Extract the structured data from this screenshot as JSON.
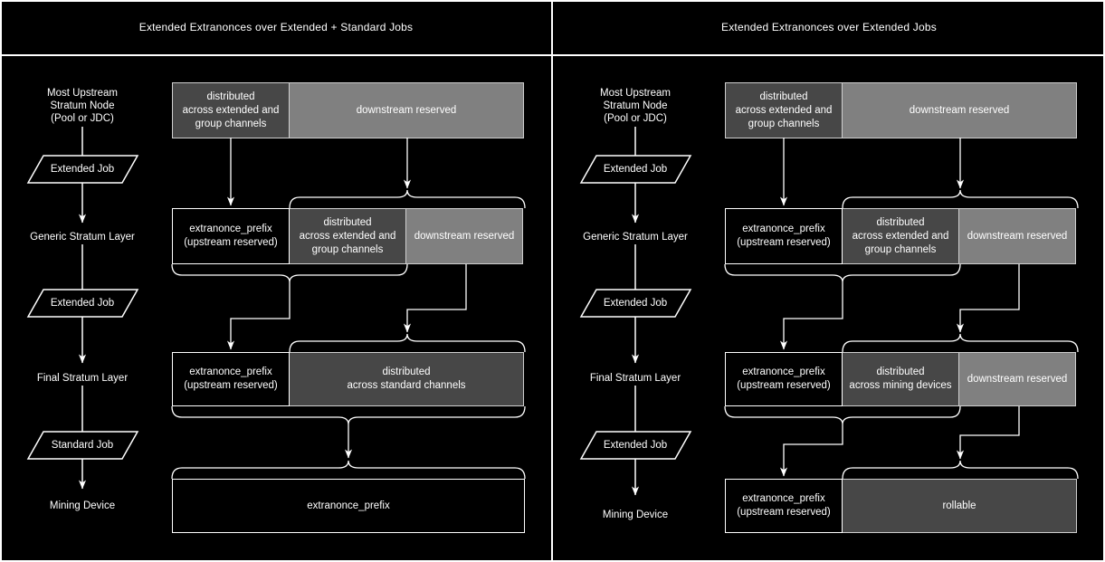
{
  "colors": {
    "background": "#000000",
    "line": "#ffffff",
    "bar_dark": "#474747",
    "bar_light": "#808080"
  },
  "left": {
    "title": "Extended Extranonces over Extended + Standard Jobs",
    "labels": {
      "node": "Most Upstream\nStratum Node\n(Pool or JDC)",
      "job1": "Extended Job",
      "layer1": "Generic Stratum Layer",
      "job2": "Extended Job",
      "layer2": "Final Stratum Layer",
      "job3": "Standard Job",
      "device": "Mining Device"
    },
    "bars": {
      "bar1": {
        "s1": "distributed\nacross extended and\ngroup channels",
        "s2": "downstream reserved"
      },
      "bar2": {
        "s1": "extranonce_prefix\n(upstream reserved)",
        "s2": "distributed\nacross extended and\ngroup channels",
        "s3": "downstream reserved"
      },
      "bar3": {
        "s1": "extranonce_prefix\n(upstream reserved)",
        "s2": "distributed\nacross standard channels"
      },
      "bar4": {
        "s1": "extranonce_prefix"
      }
    }
  },
  "right": {
    "title": "Extended Extranonces over Extended Jobs",
    "labels": {
      "node": "Most Upstream\nStratum Node\n(Pool or JDC)",
      "job1": "Extended Job",
      "layer1": "Generic Stratum Layer",
      "job2": "Extended Job",
      "layer2": "Final Stratum Layer",
      "job3": "Extended Job",
      "device": "Mining Device"
    },
    "bars": {
      "bar1": {
        "s1": "distributed\nacross extended and\ngroup channels",
        "s2": "downstream reserved"
      },
      "bar2": {
        "s1": "extranonce_prefix\n(upstream reserved)",
        "s2": "distributed\nacross extended and\ngroup channels",
        "s3": "downstream reserved"
      },
      "bar3": {
        "s1": "extranonce_prefix\n(upstream reserved)",
        "s2": "distributed\nacross mining devices",
        "s3": "downstream reserved"
      },
      "bar4": {
        "s1": "extranonce_prefix\n(upstream reserved)",
        "s2": "rollable"
      }
    }
  }
}
